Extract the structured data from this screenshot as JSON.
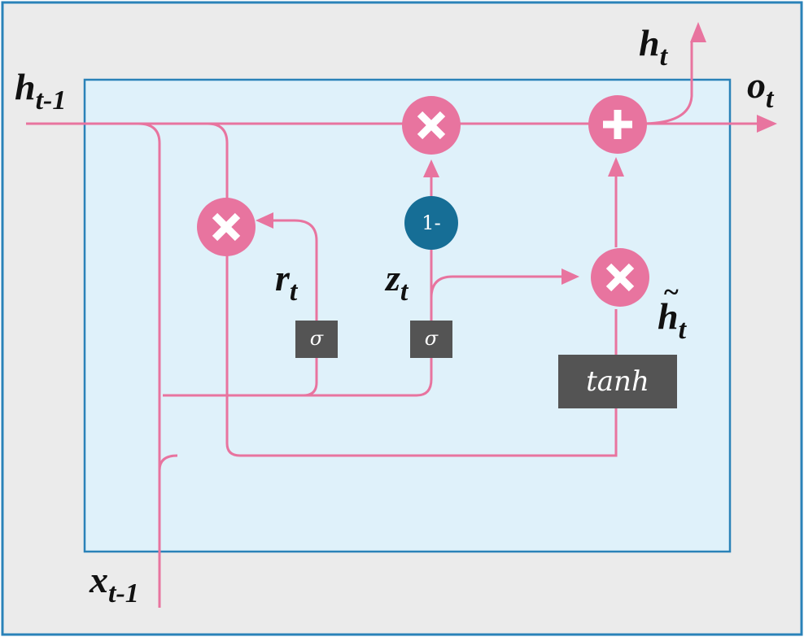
{
  "colors": {
    "outer_background": "#ebebeb",
    "frame_border": "#2a82b8",
    "cell_background": "#dff1fa",
    "wire": "#e8749f",
    "operator": "#e8749f",
    "one_minus_node": "#166e96",
    "gate_box": "#545454",
    "label_text": "#111111"
  },
  "labels": {
    "h_prev": {
      "base": "h",
      "sub": "t-1"
    },
    "x_prev": {
      "base": "x",
      "sub": "t-1"
    },
    "h_out": {
      "base": "h",
      "sub": "t"
    },
    "o_out": {
      "base": "o",
      "sub": "t"
    },
    "r_gate": {
      "base": "r",
      "sub": "t"
    },
    "z_gate": {
      "base": "z",
      "sub": "t"
    },
    "h_cand": {
      "base": "h",
      "sub": "t",
      "tilde": "~"
    }
  },
  "operators": [
    {
      "id": "reset-multiply",
      "symbol": "multiply",
      "icon": "times-icon"
    },
    {
      "id": "update-multiply",
      "symbol": "multiply",
      "icon": "times-icon"
    },
    {
      "id": "candidate-multiply",
      "symbol": "multiply",
      "icon": "times-icon"
    },
    {
      "id": "output-add",
      "symbol": "add",
      "icon": "plus-icon"
    }
  ],
  "one_minus_node": {
    "text": "1-"
  },
  "gates": {
    "sigma_reset": "σ",
    "sigma_update": "σ",
    "tanh": "tanh"
  }
}
